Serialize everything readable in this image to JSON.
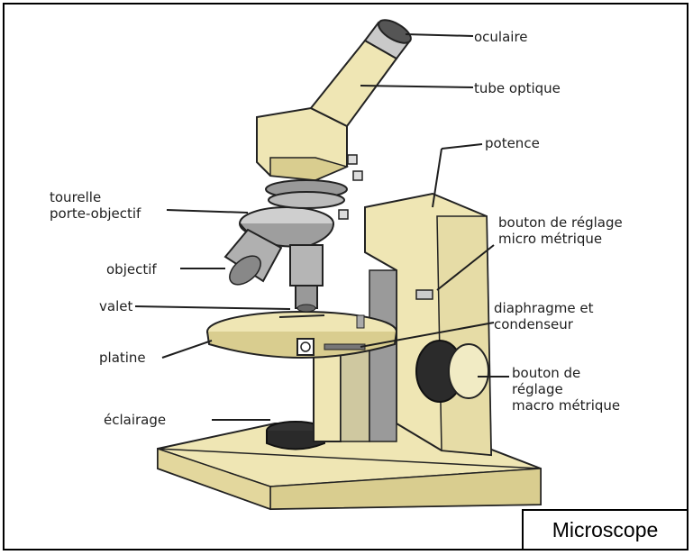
{
  "labels": {
    "oculaire": "oculaire",
    "tube_optique": "tube optique",
    "potence": "potence",
    "tourelle": "tourelle\nporte-objectif",
    "micro": "bouton de réglage\nmicro métrique",
    "objectif": "objectif",
    "valet": "valet",
    "diaphragme": "diaphragme et\ncondenseur",
    "platine": "platine",
    "macro": "bouton de\nréglage\nmacro métrique",
    "eclairage": "éclairage"
  },
  "caption": "Microscope",
  "colors": {
    "body": "#efe6b4",
    "body_shade": "#d9cd8f",
    "metal": "#a8a8a8",
    "dark": "#3a3a3a",
    "outline": "#222222"
  }
}
